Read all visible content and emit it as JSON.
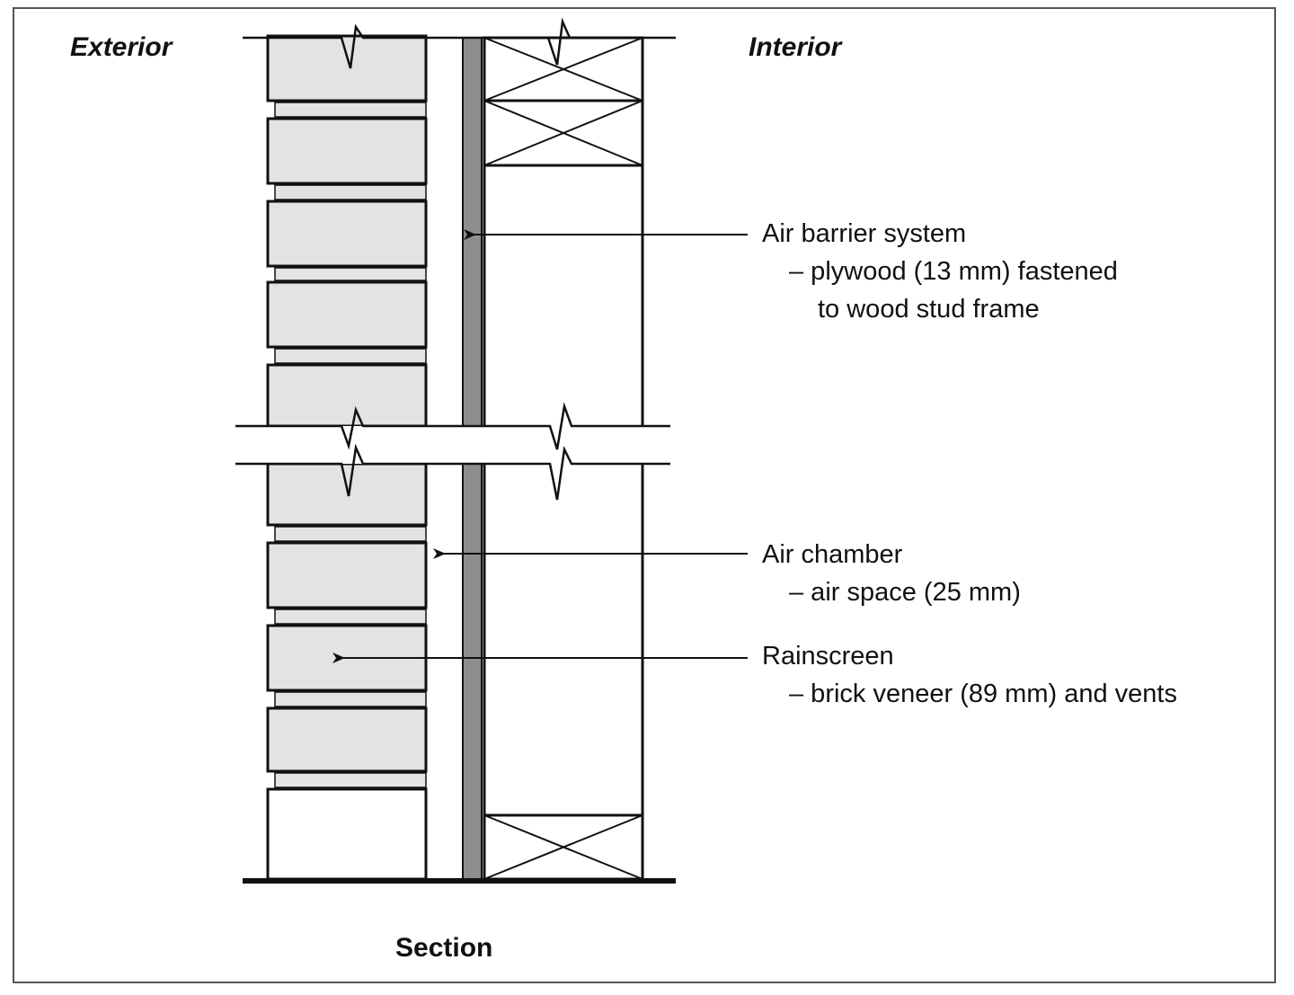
{
  "labels": {
    "exterior": "Exterior",
    "interior": "Interior",
    "caption": "Section"
  },
  "callouts": {
    "air_barrier": {
      "title": "Air barrier system",
      "line1": "– plywood (13 mm) fastened",
      "line2": "to wood stud frame"
    },
    "air_chamber": {
      "title": "Air chamber",
      "line1": "– air space (25 mm)"
    },
    "rainscreen": {
      "title": "Rainscreen",
      "line1": "– brick veneer (89 mm) and vents"
    }
  },
  "colors": {
    "brick_fill": "#e3e3e3",
    "plywood_fill": "#8e8e8e",
    "line": "#111111"
  }
}
